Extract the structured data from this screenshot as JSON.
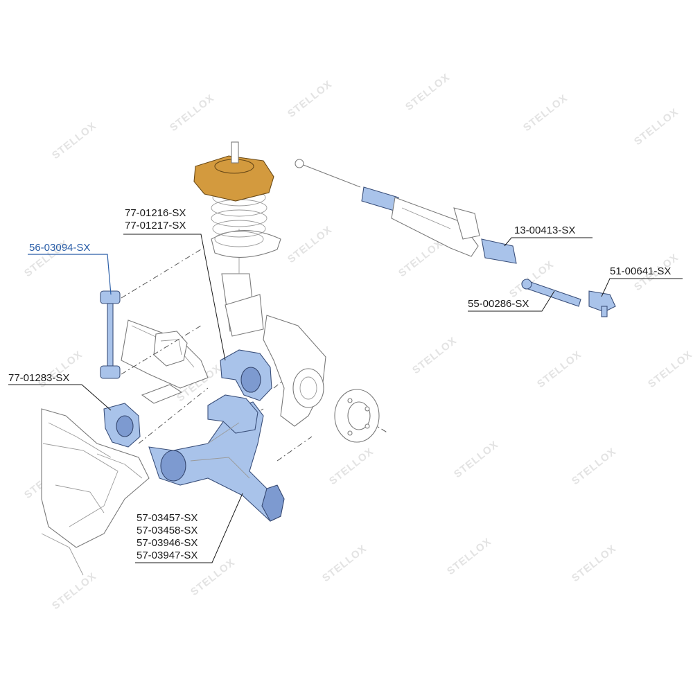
{
  "watermark": {
    "text": "STELLOX"
  },
  "parts": [
    {
      "id": "p1",
      "labels": [
        "56-03094-SX"
      ],
      "highlight": true
    },
    {
      "id": "p2",
      "labels": [
        "77-01216-SX",
        "77-01217-SX"
      ],
      "highlight": false
    },
    {
      "id": "p3",
      "labels": [
        "77-01283-SX"
      ],
      "highlight": false
    },
    {
      "id": "p4",
      "labels": [
        "57-03457-SX",
        "57-03458-SX",
        "57-03946-SX",
        "57-03947-SX"
      ],
      "highlight": false
    },
    {
      "id": "p5",
      "labels": [
        "13-00413-SX"
      ],
      "highlight": false
    },
    {
      "id": "p6",
      "labels": [
        "51-00641-SX"
      ],
      "highlight": false
    },
    {
      "id": "p7",
      "labels": [
        "55-00286-SX"
      ],
      "highlight": false
    }
  ],
  "colors": {
    "part_fill": "#a9c3ea",
    "strut_mount_fill": "#d39a3e",
    "highlight_label": "#2a5ea8"
  }
}
